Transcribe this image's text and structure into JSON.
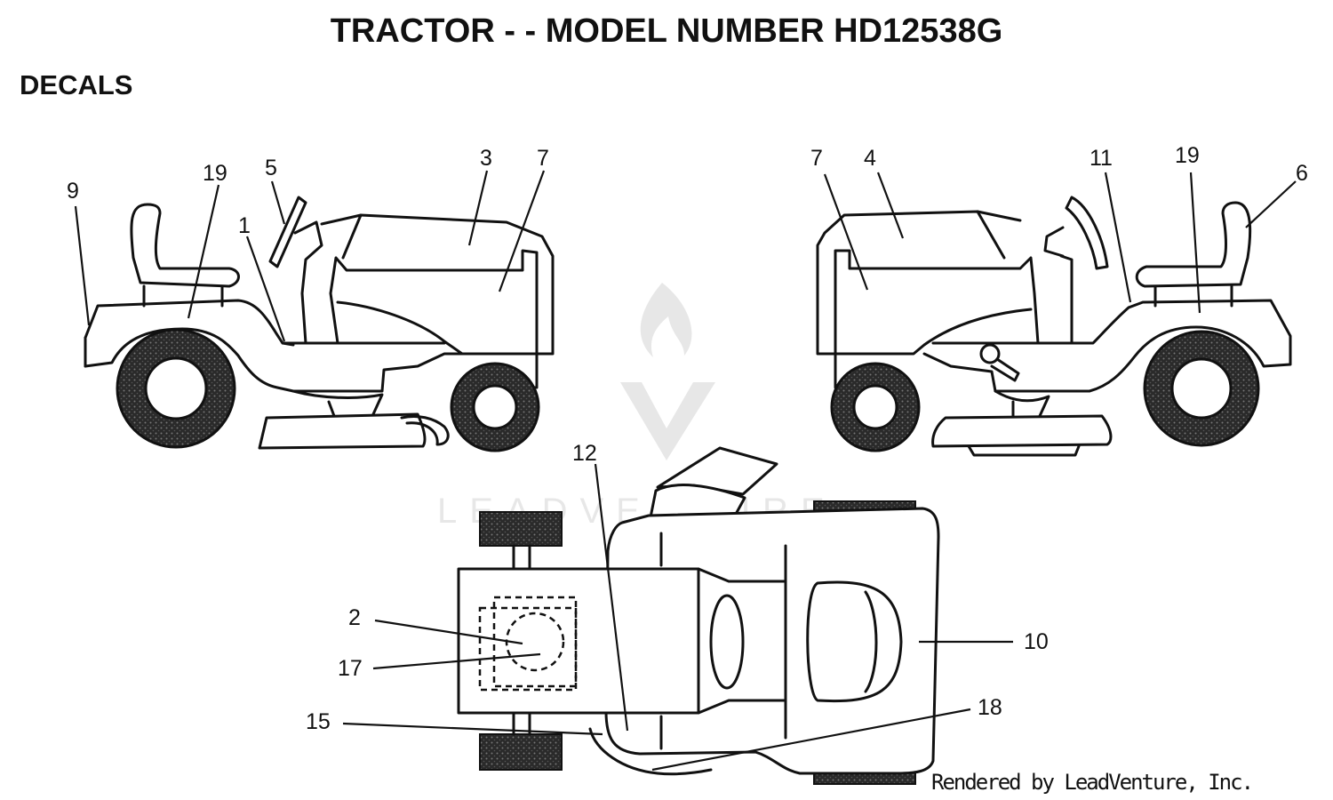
{
  "header": {
    "title": "TRACTOR - - MODEL NUMBER HD12538G",
    "section": "DECALS"
  },
  "watermark": {
    "text": "LEADVENTURE"
  },
  "footer": {
    "credit": "Rendered by LeadVenture, Inc."
  },
  "callouts": {
    "left_view": [
      "9",
      "19",
      "5",
      "1",
      "3",
      "7"
    ],
    "right_view": [
      "7",
      "4",
      "11",
      "19",
      "6"
    ],
    "top_view": [
      "12",
      "2",
      "17",
      "15",
      "10",
      "18"
    ]
  },
  "colors": {
    "line": "#111111",
    "tire_fill": "#2a2a2a",
    "watermark": "#cfcfcf"
  }
}
